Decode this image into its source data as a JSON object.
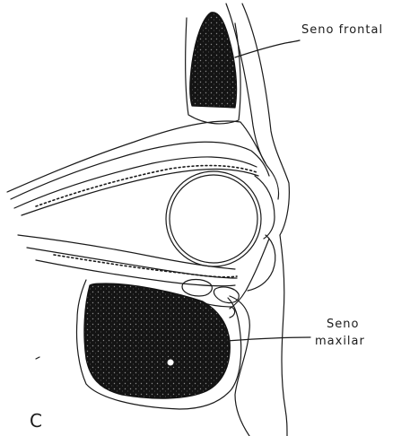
{
  "figure": {
    "labels": {
      "frontal_sinus": "Seno frontal",
      "maxillary_sinus_line1": "Seno",
      "maxillary_sinus_line2": "maxilar",
      "panel": "C"
    },
    "colors": {
      "ink": "#1a1a1a",
      "stipple": "#111111",
      "background": "#ffffff"
    }
  }
}
